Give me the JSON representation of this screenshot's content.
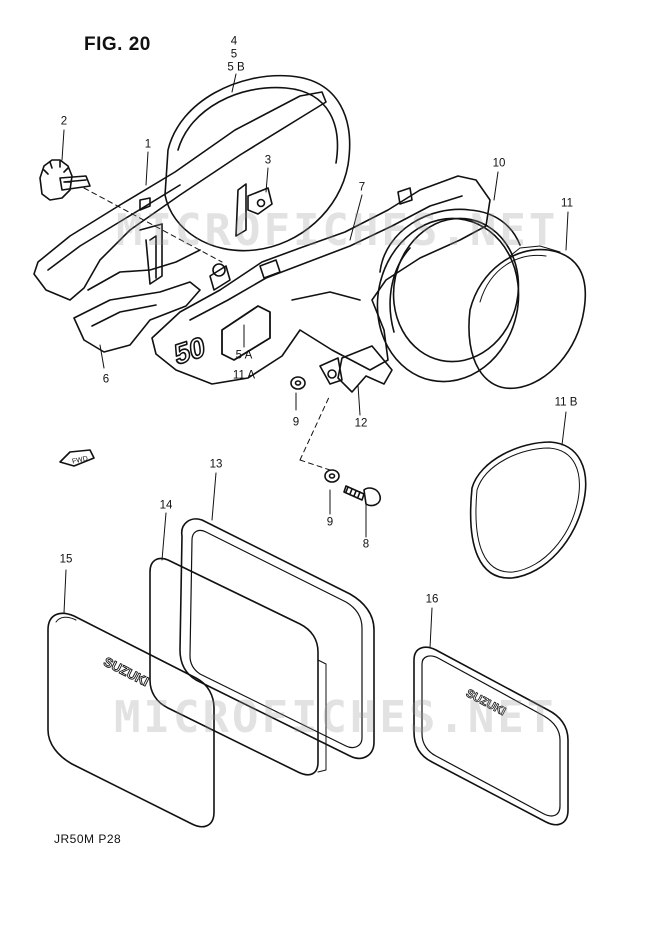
{
  "figure": {
    "title": "FIG. 20",
    "page_ref": "JR50M  P28"
  },
  "watermark": {
    "text": "MICROFICHES.NET"
  },
  "fwd_label": "FWD",
  "part_labels": {
    "emblem_number": "50",
    "brand": "SUZUKI"
  },
  "callouts": [
    {
      "id": "4",
      "text": "4"
    },
    {
      "id": "5",
      "text": "5"
    },
    {
      "id": "5b",
      "text": "5 B"
    },
    {
      "id": "2",
      "text": "2"
    },
    {
      "id": "1",
      "text": "1"
    },
    {
      "id": "3",
      "text": "3"
    },
    {
      "id": "7",
      "text": "7"
    },
    {
      "id": "10",
      "text": "10"
    },
    {
      "id": "11",
      "text": "11"
    },
    {
      "id": "6",
      "text": "6"
    },
    {
      "id": "5a",
      "text": "5 A"
    },
    {
      "id": "11a",
      "text": "11 A"
    },
    {
      "id": "9a",
      "text": "9"
    },
    {
      "id": "12",
      "text": "12"
    },
    {
      "id": "11b",
      "text": "11 B"
    },
    {
      "id": "13",
      "text": "13"
    },
    {
      "id": "14",
      "text": "14"
    },
    {
      "id": "9b",
      "text": "9"
    },
    {
      "id": "8",
      "text": "8"
    },
    {
      "id": "15",
      "text": "15"
    },
    {
      "id": "16",
      "text": "16"
    }
  ]
}
